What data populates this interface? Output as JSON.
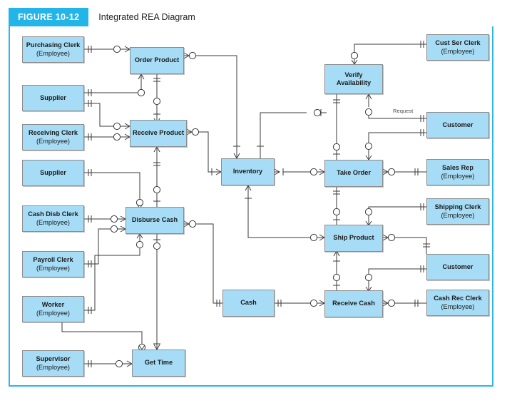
{
  "header": {
    "figure_number": "FIGURE 10-12",
    "title": "Integrated REA Diagram"
  },
  "colors": {
    "accent": "#23b4e8",
    "frame_border": "#29b6ef",
    "node_fill": "#a6dcf5",
    "node_border": "#8c8c8c",
    "line": "#3a3a3a"
  },
  "nodes": {
    "purchasing_clerk": {
      "label": "Purchasing Clerk",
      "sub": "(Employee)"
    },
    "supplier_1": {
      "label": "Supplier",
      "sub": ""
    },
    "receiving_clerk": {
      "label": "Receiving Clerk",
      "sub": "(Employee)"
    },
    "supplier_2": {
      "label": "Supplier",
      "sub": ""
    },
    "cash_disb_clerk": {
      "label": "Cash Disb Clerk",
      "sub": "(Employee)"
    },
    "payroll_clerk": {
      "label": "Payroll Clerk",
      "sub": "(Employee)"
    },
    "worker": {
      "label": "Worker",
      "sub": "(Employee)"
    },
    "supervisor": {
      "label": "Supervisor",
      "sub": "(Employee)"
    },
    "order_product": {
      "label": "Order Product",
      "sub": ""
    },
    "receive_product": {
      "label": "Receive Product",
      "sub": ""
    },
    "disburse_cash": {
      "label": "Disburse Cash",
      "sub": ""
    },
    "get_time": {
      "label": "Get Time",
      "sub": ""
    },
    "inventory": {
      "label": "Inventory",
      "sub": ""
    },
    "cash": {
      "label": "Cash",
      "sub": ""
    },
    "verify_availability": {
      "label": "Verify",
      "sub": "Availability"
    },
    "take_order": {
      "label": "Take Order",
      "sub": ""
    },
    "ship_product": {
      "label": "Ship Product",
      "sub": ""
    },
    "receive_cash": {
      "label": "Receive Cash",
      "sub": ""
    },
    "cust_ser_clerk": {
      "label": "Cust Ser Clerk",
      "sub": "(Employee)"
    },
    "customer_1": {
      "label": "Customer",
      "sub": ""
    },
    "sales_rep": {
      "label": "Sales Rep",
      "sub": "(Employee)"
    },
    "shipping_clerk": {
      "label": "Shipping Clerk",
      "sub": "(Employee)"
    },
    "customer_2": {
      "label": "Customer",
      "sub": ""
    },
    "cash_rec_clerk": {
      "label": "Cash Rec Clerk",
      "sub": "(Employee)"
    }
  },
  "edge_labels": {
    "request": "Request"
  }
}
